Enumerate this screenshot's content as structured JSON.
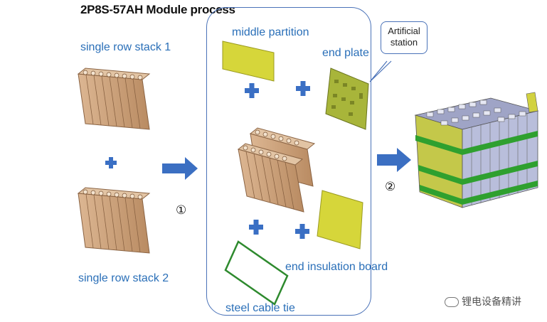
{
  "title": "2P8S-57AH Module process",
  "labels": {
    "stack1": "single row stack 1",
    "stack2": "single row stack 2",
    "middle_partition": "middle partition",
    "end_plate": "end plate",
    "end_insulation_board": "end insulation board",
    "steel_cable_tie": "steel cable tie"
  },
  "callout": {
    "line1": "Artificial",
    "line2": "station"
  },
  "steps": {
    "step1": "①",
    "step2": "②"
  },
  "watermark": "锂电设备精讲",
  "colors": {
    "label_blue": "#2a6fb8",
    "plus_blue": "#3a6fc4",
    "arrow_blue": "#3b6fc2",
    "cell_tan": "#cfa57e",
    "partition_yellow": "#d6d63a",
    "end_plate_olive": "#a8b53a",
    "tie_green": "#2e8a2e",
    "module_cell": "#b7bcd8",
    "module_frame": "#d2d240",
    "module_band": "#2fa02f"
  }
}
